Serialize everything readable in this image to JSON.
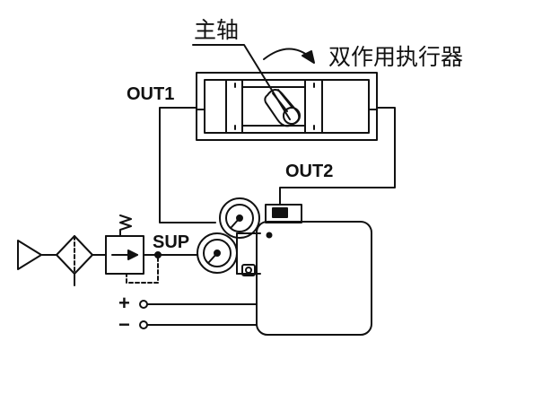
{
  "labels": {
    "main_shaft": "主轴",
    "actuator": "双作用执行器",
    "out1": "OUT1",
    "out2": "OUT2",
    "sup": "SUP",
    "plus": "+",
    "minus": "−"
  },
  "colors": {
    "stroke": "#111111",
    "background": "#ffffff"
  }
}
